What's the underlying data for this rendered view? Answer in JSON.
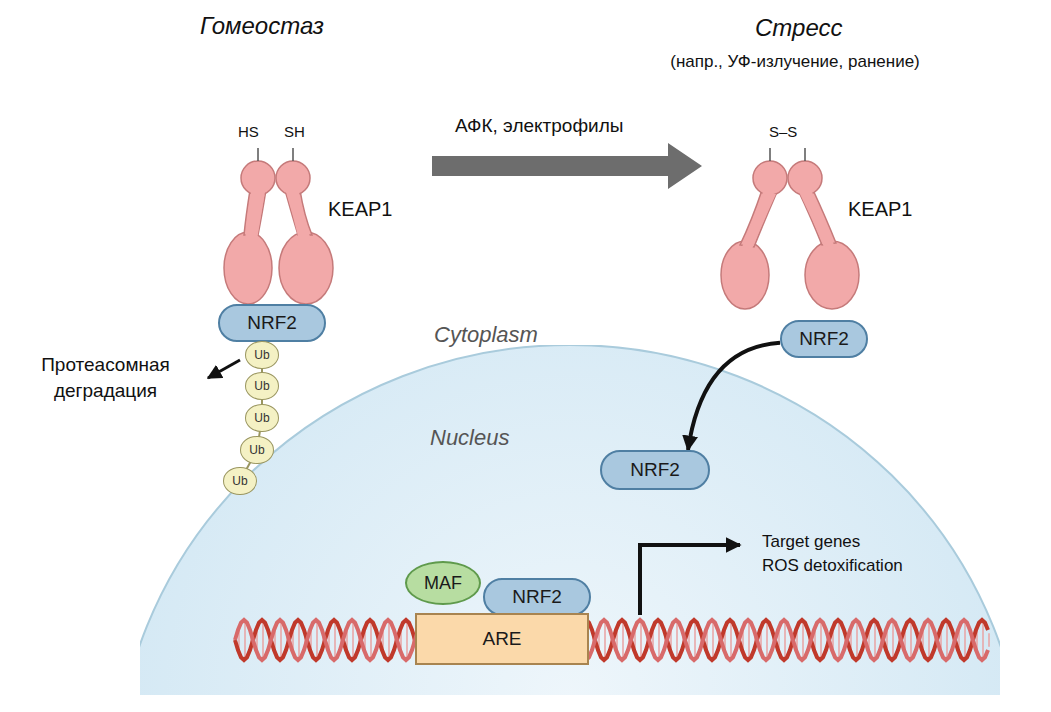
{
  "diagram": {
    "nodes": [
      {
        "text": [
          "NRF2"
        ]
      },
      {
        "text": [
          "Ub"
        ]
      },
      {
        "text": [
          "Ub"
        ]
      },
      {
        "text": [
          "Ub"
        ]
      },
      {
        "text": [
          "Ub"
        ]
      },
      {
        "text": [
          "Ub"
        ]
      },
      {
        "text": [
          "NRF2"
        ]
      },
      {
        "text": [
          "Nucleus"
        ]
      },
      {
        "text": [
          "NRF2"
        ],
        "in": 7
      },
      {
        "text": [
          "MAF"
        ],
        "in": 7
      },
      {
        "text": [
          "NRF2"
        ],
        "in": 7
      },
      {
        "text": [
          "ARE"
        ],
        "in": 7
      }
    ],
    "edges": [
      {
        "from": 6,
        "to": 8,
        "arrow": "to"
      }
    ],
    "labels": [
      "Гомеостаз",
      "Стресс",
      "(напр., УФ-излучение, ранение)",
      "АФК, электрофилы",
      "HS",
      "SH",
      "KEAP1",
      "S–S",
      "KEAP1",
      "Протеасомная деградация",
      "Cytoplasm",
      "Target genes",
      "ROS detoxification"
    ]
  }
}
